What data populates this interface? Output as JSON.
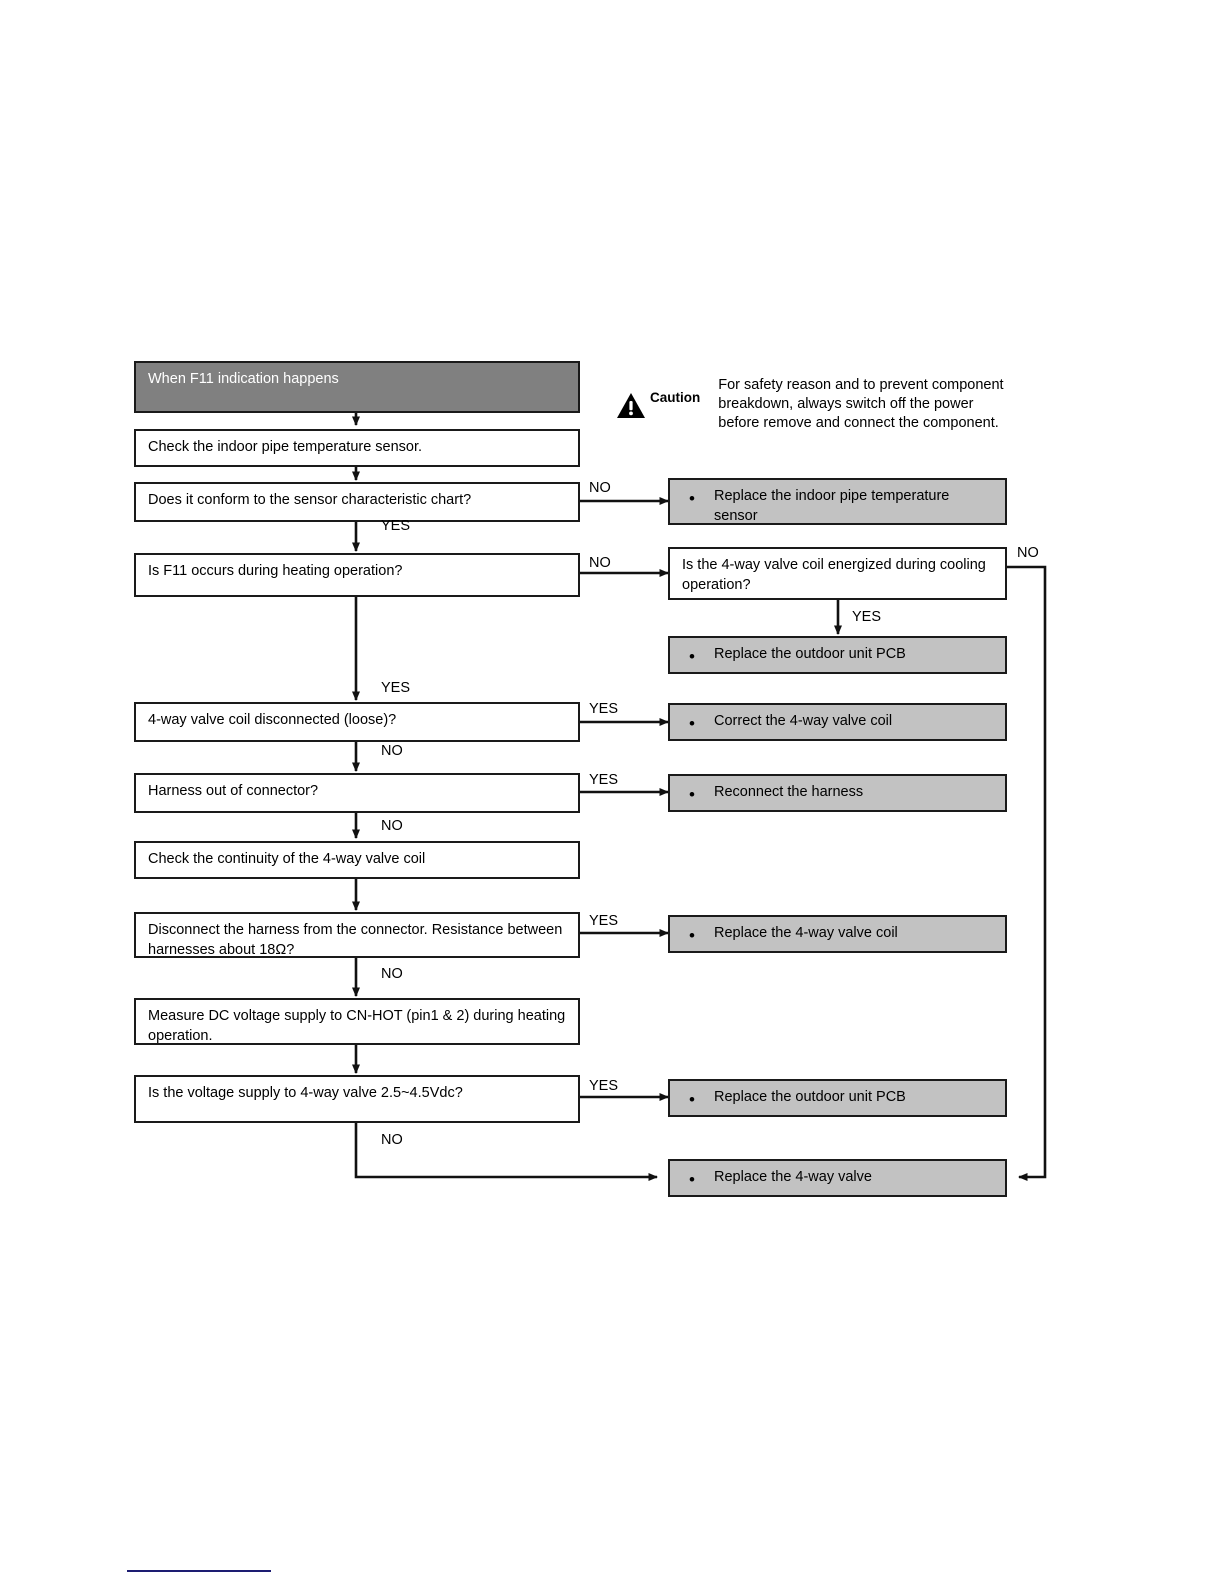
{
  "document": {
    "title": "When F11 indication happens",
    "footer_rule_color": "#1d1d72"
  },
  "caution": {
    "icon": "warning-triangle-icon",
    "label": "Caution",
    "text": "For safety reason and to prevent component breakdown, always switch off the power before remove and connect the component."
  },
  "colors": {
    "header_fill": "#808080",
    "action_fill": "#c2c2c2",
    "process_fill": "#ffffff",
    "stroke": "#1a1a1a",
    "footer_rule": "#1d1d72"
  },
  "chart_data": {
    "type": "diagram",
    "title": "When F11 indication happens",
    "nodes": [
      {
        "id": "n1",
        "kind": "header",
        "text": "When F11 indication happens"
      },
      {
        "id": "n2",
        "kind": "process",
        "text": "Check the indoor pipe temperature sensor."
      },
      {
        "id": "n3",
        "kind": "decision",
        "text": "Does it conform to the sensor characteristic chart?"
      },
      {
        "id": "n4",
        "kind": "action",
        "text": "Replace the indoor pipe temperature sensor"
      },
      {
        "id": "n5",
        "kind": "decision",
        "text": "Is F11 occurs during heating operation?"
      },
      {
        "id": "n6",
        "kind": "decision",
        "text": "Is the 4-way valve coil energized during cooling operation?"
      },
      {
        "id": "n7",
        "kind": "action",
        "text": "Replace the outdoor unit PCB"
      },
      {
        "id": "n8",
        "kind": "decision",
        "text": "4-way valve coil disconnected (loose)?"
      },
      {
        "id": "n9",
        "kind": "action",
        "text": "Correct the 4-way valve coil"
      },
      {
        "id": "n10",
        "kind": "decision",
        "text": "Harness out of connector?"
      },
      {
        "id": "n11",
        "kind": "action",
        "text": "Reconnect the harness"
      },
      {
        "id": "n12",
        "kind": "process",
        "text": "Check the continuity of the 4-way valve coil"
      },
      {
        "id": "n13",
        "kind": "decision",
        "text": "Disconnect the harness from the connector. Resistance between harnesses about 18Ω?"
      },
      {
        "id": "n14",
        "kind": "action",
        "text": "Replace the 4-way valve coil"
      },
      {
        "id": "n15",
        "kind": "process",
        "text": "Measure DC voltage supply to CN-HOT (pin1 & 2) during heating operation."
      },
      {
        "id": "n16",
        "kind": "decision",
        "text": "Is the voltage supply to 4-way valve 2.5~4.5Vdc?"
      },
      {
        "id": "n17",
        "kind": "action",
        "text": "Replace the outdoor unit PCB"
      },
      {
        "id": "n18",
        "kind": "action",
        "text": "Replace the 4-way valve"
      }
    ],
    "edges": [
      {
        "from": "n1",
        "to": "n2",
        "label": ""
      },
      {
        "from": "n2",
        "to": "n3",
        "label": ""
      },
      {
        "from": "n3",
        "to": "n4",
        "label": "NO"
      },
      {
        "from": "n3",
        "to": "n5",
        "label": "YES"
      },
      {
        "from": "n5",
        "to": "n6",
        "label": "NO"
      },
      {
        "from": "n6",
        "to": "n7",
        "label": "YES"
      },
      {
        "from": "n6",
        "to": "n18",
        "label": "NO"
      },
      {
        "from": "n5",
        "to": "n8",
        "label": "YES"
      },
      {
        "from": "n8",
        "to": "n9",
        "label": "YES"
      },
      {
        "from": "n8",
        "to": "n10",
        "label": "NO"
      },
      {
        "from": "n10",
        "to": "n11",
        "label": "YES"
      },
      {
        "from": "n10",
        "to": "n12",
        "label": "NO"
      },
      {
        "from": "n12",
        "to": "n13",
        "label": ""
      },
      {
        "from": "n13",
        "to": "n14",
        "label": "YES"
      },
      {
        "from": "n13",
        "to": "n15",
        "label": "NO"
      },
      {
        "from": "n15",
        "to": "n16",
        "label": ""
      },
      {
        "from": "n16",
        "to": "n17",
        "label": "YES"
      },
      {
        "from": "n16",
        "to": "n18",
        "label": "NO"
      }
    ],
    "edge_labels": [
      "NO",
      "YES",
      "NO",
      "NO",
      "YES",
      "YES",
      "NO",
      "YES",
      "NO",
      "YES",
      "NO",
      "YES",
      "NO"
    ]
  },
  "labels": {
    "yes": "YES",
    "no": "NO"
  }
}
